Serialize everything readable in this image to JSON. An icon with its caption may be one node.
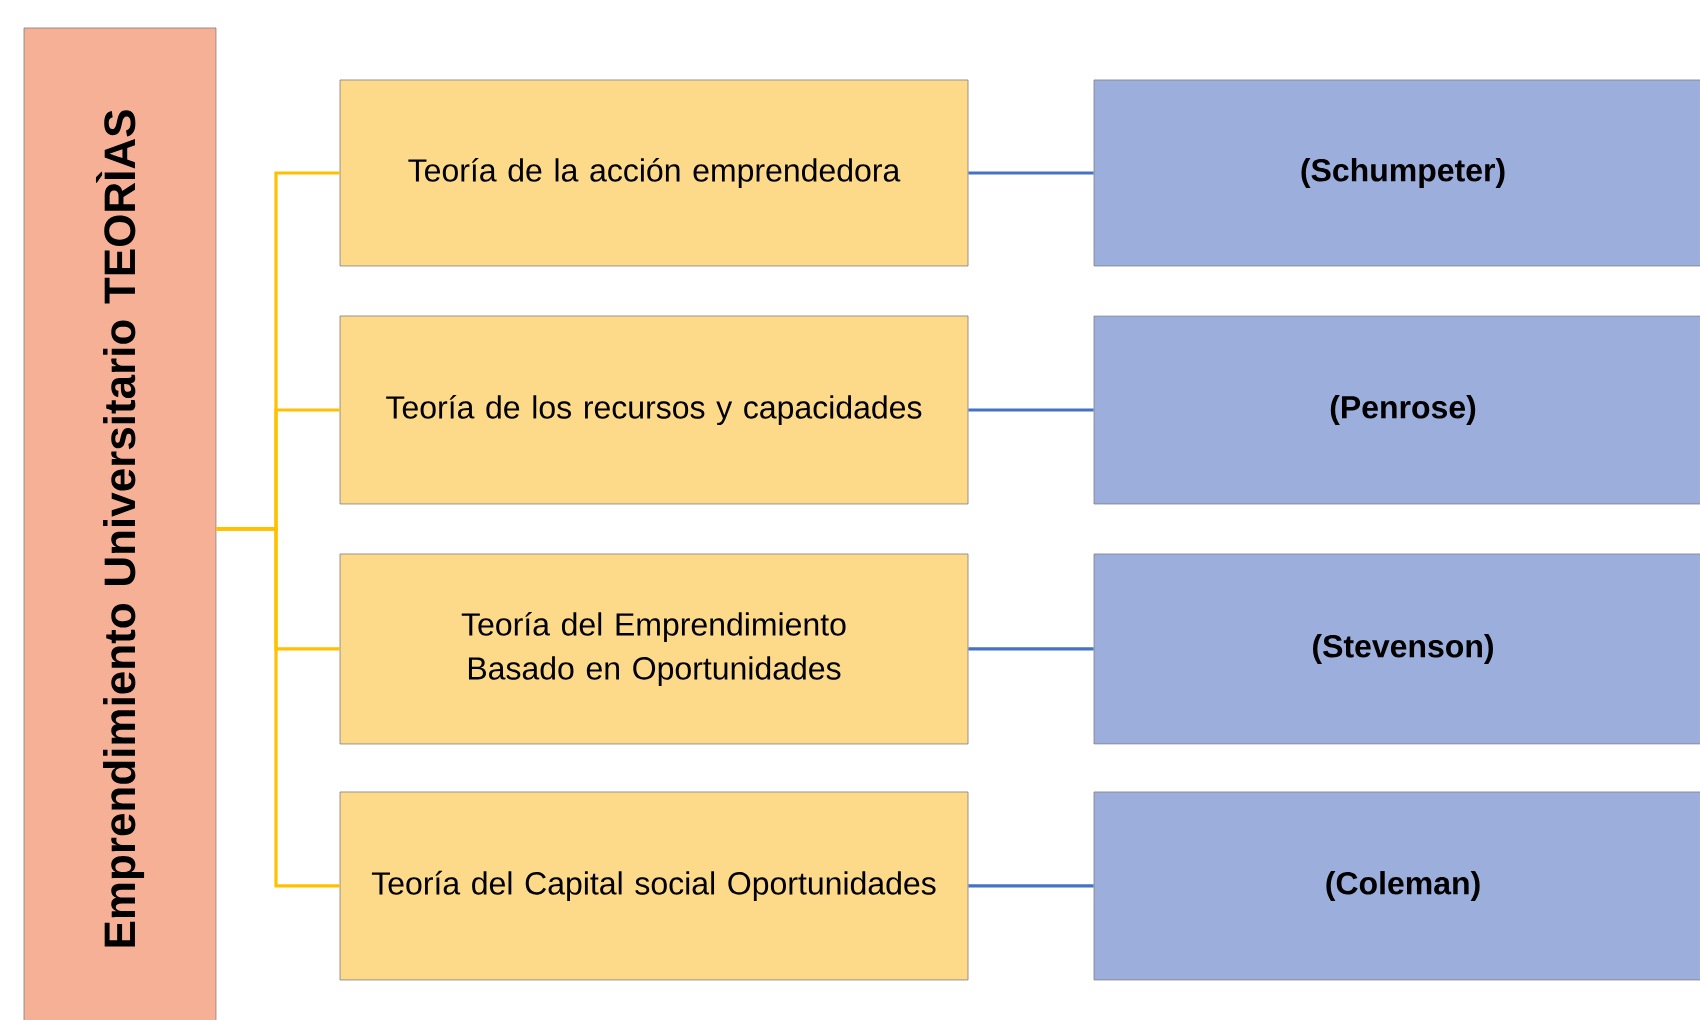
{
  "diagram": {
    "nodes": [
      {
        "text": [
          "Emprendimiento Universitario TEORÌAS"
        ]
      },
      {
        "text": [
          "Teoría de la acción emprendedora"
        ]
      },
      {
        "text": [
          "(Schumpeter)"
        ]
      },
      {
        "text": [
          "Teoría de los recursos y capacidades"
        ]
      },
      {
        "text": [
          "(Penrose)"
        ]
      },
      {
        "text": [
          "Teoría del Emprendimiento Basado en Oportunidades"
        ]
      },
      {
        "text": [
          "(Stevenson)"
        ]
      },
      {
        "text": [
          "Teoría del Capital social Oportunidades"
        ]
      },
      {
        "text": [
          "(Coleman)"
        ]
      }
    ],
    "edges": [
      {
        "from": 0,
        "to": 1,
        "arrow": "none",
        "color": "#ffc000"
      },
      {
        "from": 0,
        "to": 3,
        "arrow": "none",
        "color": "#ffc000"
      },
      {
        "from": 0,
        "to": 5,
        "arrow": "none",
        "color": "#ffc000"
      },
      {
        "from": 0,
        "to": 7,
        "arrow": "none",
        "color": "#ffc000"
      },
      {
        "from": 1,
        "to": 2,
        "arrow": "none",
        "color": "#4472c4"
      },
      {
        "from": 3,
        "to": 4,
        "arrow": "none",
        "color": "#4472c4"
      },
      {
        "from": 5,
        "to": 6,
        "arrow": "none",
        "color": "#4472c4"
      },
      {
        "from": 7,
        "to": 8,
        "arrow": "none",
        "color": "#4472c4"
      }
    ]
  }
}
